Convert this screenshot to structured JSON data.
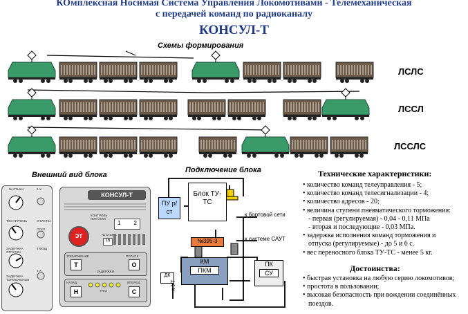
{
  "header": {
    "line1": "КОмплексная Носимая Система Управления Локомотивами - Телемеханическая",
    "line2": "с передачей команд по радиоканалу",
    "title": "КОНСУЛ-Т"
  },
  "schemes": {
    "title": "Схемы формирования",
    "rows": [
      {
        "code": "ЛСЛС"
      },
      {
        "code": "ЛССЛ"
      },
      {
        "code": "ЛССЛС"
      }
    ]
  },
  "external_view": {
    "title": "Внешний вид блока",
    "left_panel_labels": [
      "№ СТЫКА",
      "Т/М СТУПЕНЬ",
      "ЗАДЕРЖКА ОТПУСКА",
      "ЗАДЕРЖКА ТОРМОЖЕНИЯ",
      "1-Х",
      "ОЧИСТКА",
      "ОТКЛ.",
      "Т.МОЩ",
      "1-Х"
    ],
    "device": {
      "name": "КОНСУЛ-Т",
      "estop_label": "ЭТ",
      "switch_left": "1",
      "switch_right": "2",
      "number_label": "№ СТЫКА",
      "number_value": "16",
      "indicator_label": "КОНТРОЛЬ ПИТАНИЯ",
      "btn_t": "Т",
      "btn_o": "О",
      "brake_label": "ТОРМОЖЕНИЕ",
      "release_label": "ОТПУСК",
      "delay_label": "ЗАДЕРЖКИ",
      "btn_n": "Н",
      "btn_s": "С",
      "tyaga_label": "ТЯГА",
      "left_small": "НАЗАД",
      "right_small": "ВПЕРЕД"
    }
  },
  "connection": {
    "title": "Подключение блока",
    "block": "Блок ТУ-ТС",
    "pu": "ПУ р/ст",
    "onboard": "к бортовой сети",
    "saut": "к системе САУТ",
    "part": "№395-3",
    "km": "КМ",
    "pkm": "ПКМ",
    "pk": "ПК",
    "su": "СУ",
    "dk": "ДК",
    "ut": "к УТ"
  },
  "specs": {
    "title": "Технические характеристики:",
    "items": [
      "количество команд телеуправления - 5;",
      "количество команд телесигнализации - 4;",
      "количество адресов - 20;",
      "величина ступени пневматического торможения:",
      "- первая (регулируемая) - 0,04 - 0,11 МПа",
      "- вторая и последующие - 0,03 МПа.",
      "задержка исполнения команд торможения и",
      "отпуска (регулируемые) - до 5 и 6 с.",
      "вес переносного блока ТУ-ТС - менее 5 кг."
    ]
  },
  "advantages": {
    "title": "Достоинства:",
    "items": [
      "быстрая установка на любую серию локомотивов;",
      "простота в пользовании;",
      "высокая безопасность при вождении соединённых",
      "поездов."
    ]
  },
  "colors": {
    "header": "#1f3a8a",
    "loco": "#3a9a6a",
    "wagon": "#6b5a4a"
  }
}
